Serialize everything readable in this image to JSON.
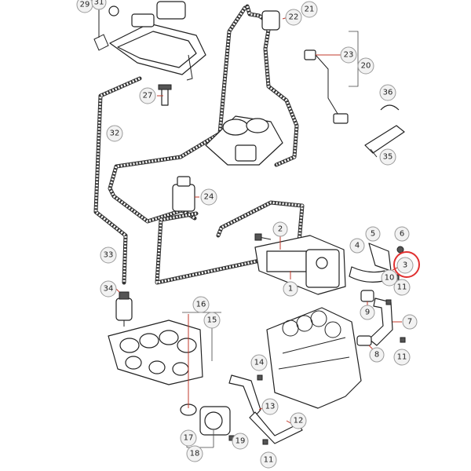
{
  "callouts": [
    {
      "id": "c29",
      "label": "29"
    },
    {
      "id": "c31",
      "label": "31"
    },
    {
      "id": "c21",
      "label": "21"
    },
    {
      "id": "c22",
      "label": "22"
    },
    {
      "id": "c23",
      "label": "23"
    },
    {
      "id": "c20",
      "label": "20"
    },
    {
      "id": "c27",
      "label": "27"
    },
    {
      "id": "c36",
      "label": "36"
    },
    {
      "id": "c32",
      "label": "32"
    },
    {
      "id": "c35",
      "label": "35"
    },
    {
      "id": "c24",
      "label": "24"
    },
    {
      "id": "c2",
      "label": "2"
    },
    {
      "id": "c5",
      "label": "5"
    },
    {
      "id": "c6",
      "label": "6"
    },
    {
      "id": "c4",
      "label": "4"
    },
    {
      "id": "c3",
      "label": "3"
    },
    {
      "id": "c33",
      "label": "33"
    },
    {
      "id": "c1",
      "label": "1"
    },
    {
      "id": "c10",
      "label": "10"
    },
    {
      "id": "c11a",
      "label": "11"
    },
    {
      "id": "c34",
      "label": "34"
    },
    {
      "id": "c9",
      "label": "9"
    },
    {
      "id": "c7",
      "label": "7"
    },
    {
      "id": "c16",
      "label": "16"
    },
    {
      "id": "c15",
      "label": "15"
    },
    {
      "id": "c8",
      "label": "8"
    },
    {
      "id": "c11b",
      "label": "11"
    },
    {
      "id": "c14",
      "label": "14"
    },
    {
      "id": "c13",
      "label": "13"
    },
    {
      "id": "c12",
      "label": "12"
    },
    {
      "id": "c17",
      "label": "17"
    },
    {
      "id": "c19",
      "label": "19"
    },
    {
      "id": "c18",
      "label": "18"
    },
    {
      "id": "c11c",
      "label": "11"
    }
  ],
  "highlight": {
    "target": "3",
    "color": "#e03030"
  }
}
